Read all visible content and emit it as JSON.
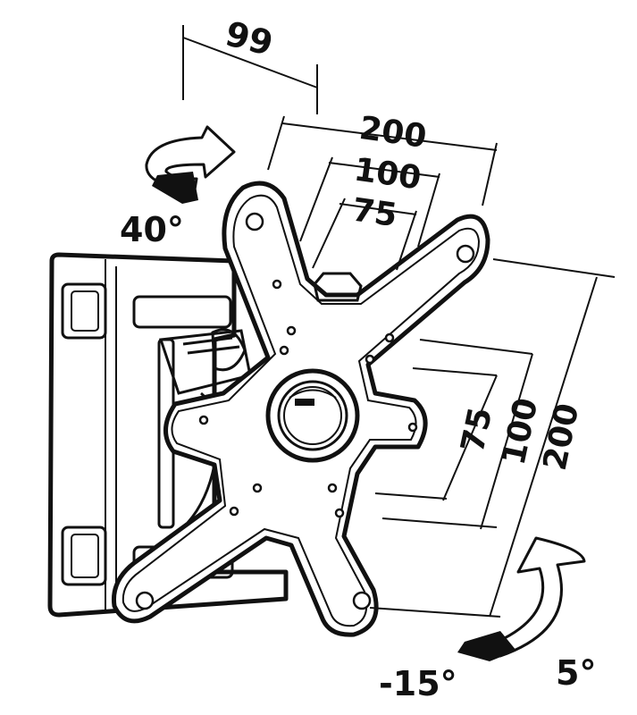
{
  "dimensions": {
    "depth": "99",
    "horizontal": [
      "200",
      "100",
      "75"
    ],
    "vertical": [
      "75",
      "100",
      "200"
    ]
  },
  "angles": {
    "swivel": "40°",
    "tilt_down": "-15°",
    "tilt_up": "5°"
  },
  "colors": {
    "ink": "#111111",
    "paper": "#ffffff"
  }
}
